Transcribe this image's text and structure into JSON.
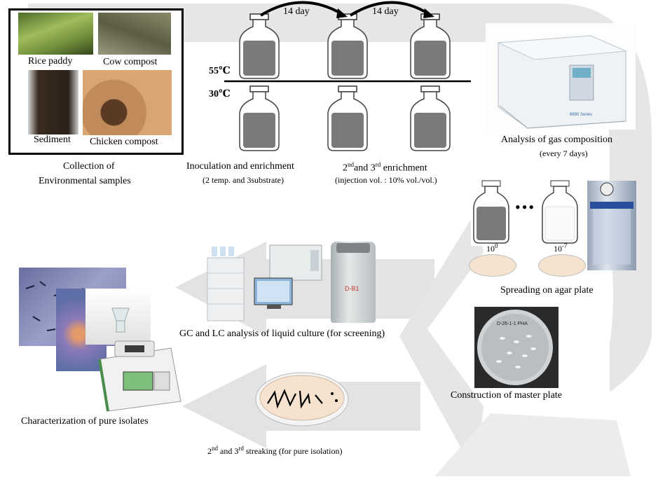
{
  "colors": {
    "arrow_gray": "#dcdcdc",
    "bottle_fill": "#7a7a7a",
    "agar": "#f5e3cf"
  },
  "samples": {
    "rice": "Rice paddy",
    "cow": "Cow compost",
    "sediment": "Sediment",
    "chicken": "Chicken compost",
    "caption_line1": "Collection of",
    "caption_line2": "Environmental samples"
  },
  "enrichment": {
    "interval_1": "14 day",
    "interval_2": "14 day",
    "temp_high": "55℃",
    "temp_low": "30℃",
    "inoc_title": "Inoculation and enrichment",
    "inoc_sub": "(2 temp. and 3substrate)",
    "enrich_a": "2",
    "enrich_sup_a": "nd",
    "enrich_b": "and 3",
    "enrich_sup_b": "rd",
    "enrich_c": " enrichment",
    "enrich_sub": "(injection vol. : 10% vol./vol.)"
  },
  "gas": {
    "title": "Analysis of gas composition",
    "sub": "(every 7 days)",
    "instrument_text": "6890 Series"
  },
  "dilution": {
    "first_base": "10",
    "first_exp": "0",
    "last_base": "10",
    "last_exp": "-7",
    "ellipsis": "•••",
    "caption": "Spreading on agar plate"
  },
  "master": {
    "caption": "Construction of master plate",
    "plate_label": "D-26-1-1 PHA"
  },
  "screening": {
    "caption": "GC and LC analysis of liquid culture (for screening)",
    "vial_label": "D-B1"
  },
  "streak": {
    "a": "2",
    "sup_a": "nd",
    "b": " and 3",
    "sup_b": "rd",
    "c": " streaking (for pure isolation)"
  },
  "characterization": {
    "caption": "Characterization of pure isolates"
  }
}
